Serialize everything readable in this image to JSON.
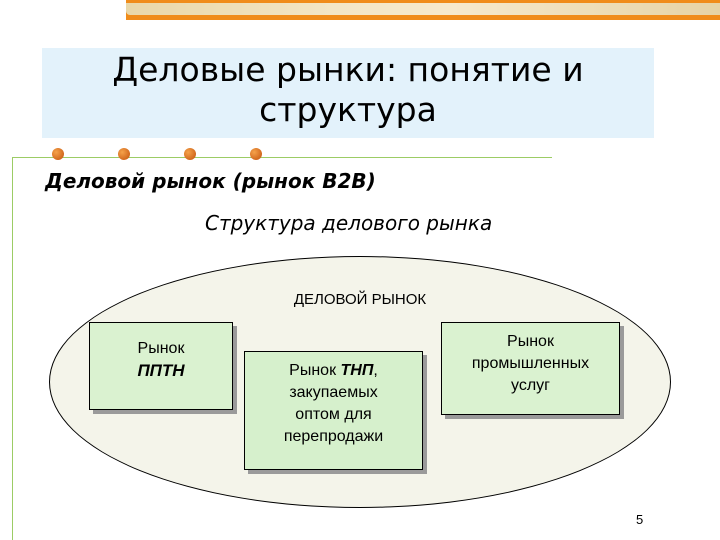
{
  "slide": {
    "title": "Деловые рынки: понятие и структура",
    "subtitle": "Деловой рынок (рынок В2В)",
    "structure_title": "Структура делового рынка",
    "ellipse_label": "ДЕЛОВОЙ РЫНОК",
    "box_pptn": {
      "line1": "Рынок",
      "line2": "ППТН"
    },
    "box_tnp": {
      "line1_prefix": "Рынок ",
      "line1_em": "ТНП",
      "line1_suffix": ",",
      "line2": "закупаемых",
      "line3": "оптом для",
      "line4": "перепродажи"
    },
    "box_services": {
      "line1": "Рынок",
      "line2": "промышленных",
      "line3": "услуг"
    },
    "page_number": "5"
  },
  "colors": {
    "accent_orange": "#f08c1a",
    "title_background": "#e3f2fb",
    "rule_green": "#9ccc65",
    "box_green": "#daf2d0",
    "ellipse_fill": "#f4f4ea"
  }
}
